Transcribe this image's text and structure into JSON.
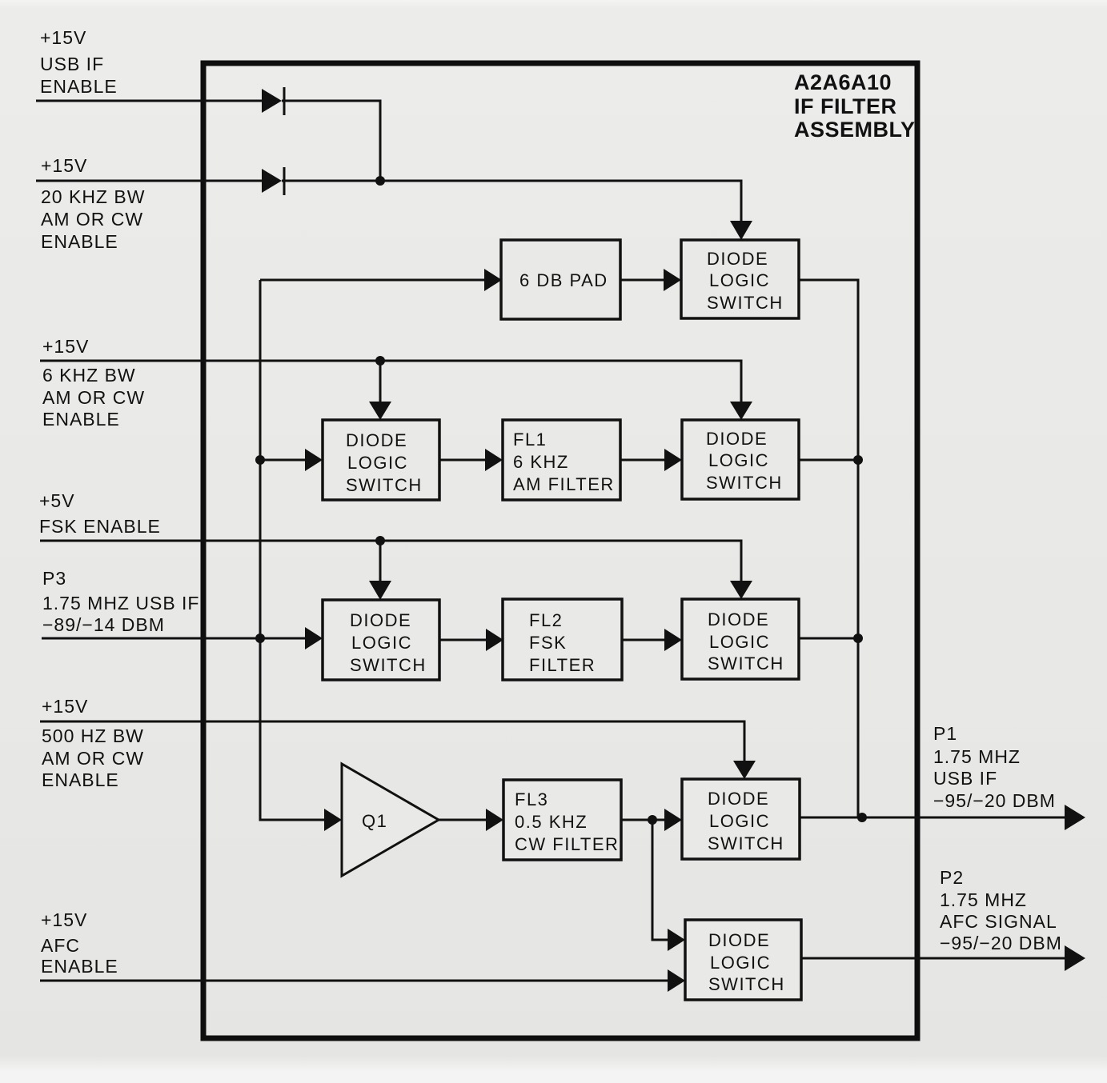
{
  "title": {
    "line1": "A2A6A10",
    "line2": "IF FILTER",
    "line3": "ASSEMBLY"
  },
  "inputs": [
    {
      "id": "usb-if-enable",
      "lines": [
        "+15V",
        "USB IF",
        "ENABLE"
      ]
    },
    {
      "id": "20khz-enable",
      "voltage": "+15V",
      "lines": [
        "20 KHZ BW",
        "AM OR CW",
        "ENABLE"
      ]
    },
    {
      "id": "6khz-enable",
      "voltage": "+15V",
      "lines": [
        "6 KHZ BW",
        "AM OR CW",
        "ENABLE"
      ]
    },
    {
      "id": "fsk-enable",
      "lines": [
        "+5V",
        "FSK ENABLE"
      ]
    },
    {
      "id": "p3-input",
      "lines": [
        "P3",
        "1.75 MHZ USB IF",
        "−89/−14 DBM"
      ]
    },
    {
      "id": "500hz-enable",
      "voltage": "+15V",
      "lines": [
        "500 HZ BW",
        "AM OR CW",
        "ENABLE"
      ]
    },
    {
      "id": "afc-enable",
      "lines": [
        "+15V",
        "AFC",
        "ENABLE"
      ]
    }
  ],
  "blocks": {
    "pad": [
      "6 DB PAD"
    ],
    "dls": [
      "DIODE",
      "LOGIC",
      "SWITCH"
    ],
    "fl1": [
      "FL1",
      "6 KHZ",
      "AM FILTER"
    ],
    "fl2": [
      "FL2",
      "FSK",
      "FILTER"
    ],
    "fl3": [
      "FL3",
      "0.5 KHZ",
      "CW FILTER"
    ],
    "q1": "Q1"
  },
  "outputs": [
    {
      "id": "p1-output",
      "lines": [
        "P1",
        "1.75 MHZ",
        "USB IF",
        "−95/−20 DBM"
      ]
    },
    {
      "id": "p2-output",
      "lines": [
        "P2",
        "1.75 MHZ",
        "AFC SIGNAL",
        "−95/−20 DBM"
      ]
    }
  ]
}
